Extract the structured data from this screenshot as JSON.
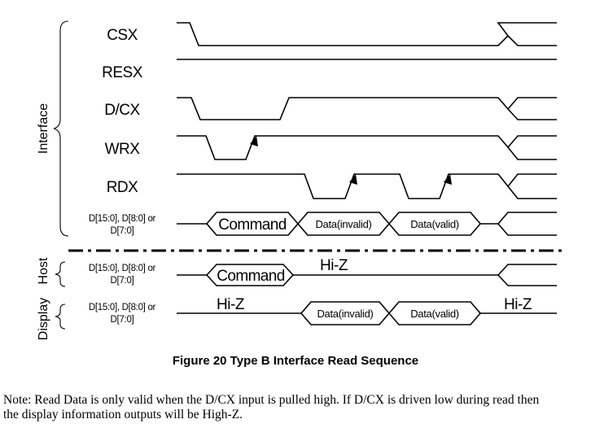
{
  "groups": {
    "interface": "Interface",
    "host": "Host",
    "display": "Display"
  },
  "signals": {
    "csx": "CSX",
    "resx": "RESX",
    "dcx": "D/CX",
    "wrx": "WRX",
    "rdx": "RDX",
    "bus_line1": "D[15:0], D[8:0] or",
    "bus_line2": "D[7:0]"
  },
  "bus_labels": {
    "command": "Command",
    "data_invalid": "Data(invalid)",
    "data_valid": "Data(valid)",
    "hi_z": "Hi-Z"
  },
  "caption": "Figure 20 Type B Interface Read Sequence",
  "note": {
    "line1": "Note: Read Data is only valid when the D/CX input is pulled high. If D/CX is driven low during read then",
    "line2": "the display information outputs will be High-Z."
  }
}
